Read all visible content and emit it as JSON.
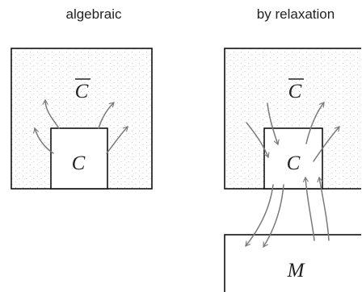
{
  "panels": {
    "left": {
      "title": "algebraic",
      "outer_label": "C",
      "inner_label": "C"
    },
    "right": {
      "title": "by relaxation",
      "outer_label": "C",
      "inner_label": "C",
      "bottom_label": "M"
    }
  },
  "colors": {
    "box_stroke": "#111111",
    "arrow_stroke": "#7a7a7a",
    "stipple": "#b8b8b8"
  }
}
